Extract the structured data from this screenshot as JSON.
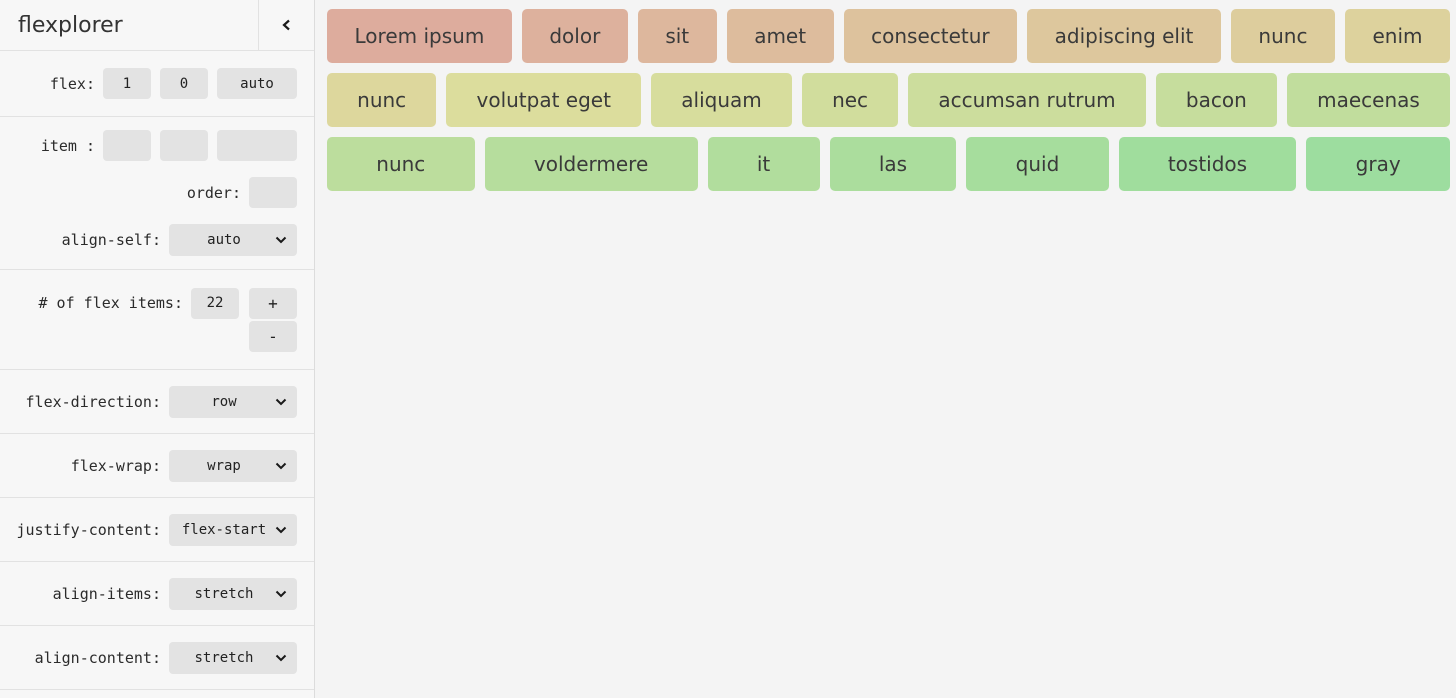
{
  "app": {
    "title": "flexplorer"
  },
  "sidebar": {
    "flex": {
      "label": "flex:",
      "grow": "1",
      "shrink": "0",
      "basis": "auto"
    },
    "item": {
      "label": "item :",
      "grow": "",
      "shrink": "",
      "basis": ""
    },
    "order": {
      "label": "order:",
      "value": ""
    },
    "align_self": {
      "label": "align-self:",
      "value": "auto"
    },
    "count": {
      "label": "# of flex items:",
      "value": "22",
      "increment": "+",
      "decrement": "-"
    },
    "flex_direction": {
      "label": "flex-direction:",
      "value": "row"
    },
    "flex_wrap": {
      "label": "flex-wrap:",
      "value": "wrap"
    },
    "justify_content": {
      "label": "justify-content:",
      "value": "flex-start"
    },
    "align_items": {
      "label": "align-items:",
      "value": "stretch"
    },
    "align_content": {
      "label": "align-content:",
      "value": "stretch"
    }
  },
  "main": {
    "rows": [
      {
        "items": [
          {
            "label": "Lorem ipsum",
            "color": "#ddac9d"
          },
          {
            "label": "dolor",
            "color": "#ddb19d"
          },
          {
            "label": "sit",
            "color": "#ddb79d"
          },
          {
            "label": "amet",
            "color": "#ddbc9d"
          },
          {
            "label": "consectetur",
            "color": "#ddc29d"
          },
          {
            "label": "adipiscing elit",
            "color": "#ddc79d"
          },
          {
            "label": "nunc",
            "color": "#ddcd9d"
          },
          {
            "label": "enim",
            "color": "#ddd29d"
          }
        ]
      },
      {
        "items": [
          {
            "label": "nunc",
            "color": "#ddd79d"
          },
          {
            "label": "volutpat eget",
            "color": "#dcdd9d"
          },
          {
            "label": "aliquam",
            "color": "#d7dd9d"
          },
          {
            "label": "nec",
            "color": "#d1dd9d"
          },
          {
            "label": "accumsan rutrum",
            "color": "#ccdd9d"
          },
          {
            "label": "bacon",
            "color": "#c6dd9d"
          },
          {
            "label": "maecenas",
            "color": "#c1dd9d"
          }
        ]
      },
      {
        "items": [
          {
            "label": "nunc",
            "color": "#bcdd9d"
          },
          {
            "label": "voldermere",
            "color": "#b6dd9d"
          },
          {
            "label": "it",
            "color": "#b1dd9d"
          },
          {
            "label": "las",
            "color": "#abdd9d"
          },
          {
            "label": "quid",
            "color": "#a6dd9d"
          },
          {
            "label": "tostidos",
            "color": "#a0dd9d"
          },
          {
            "label": "gray",
            "color": "#9ddd9f"
          }
        ]
      }
    ]
  },
  "palette": {
    "sidebar_bg": "#f7f7f7",
    "main_bg": "#f4f4f4",
    "control_bg": "#e3e3e3",
    "divider": "#e2e2e2",
    "text": "#2b2b2b",
    "item_text": "#3a3a3a"
  }
}
